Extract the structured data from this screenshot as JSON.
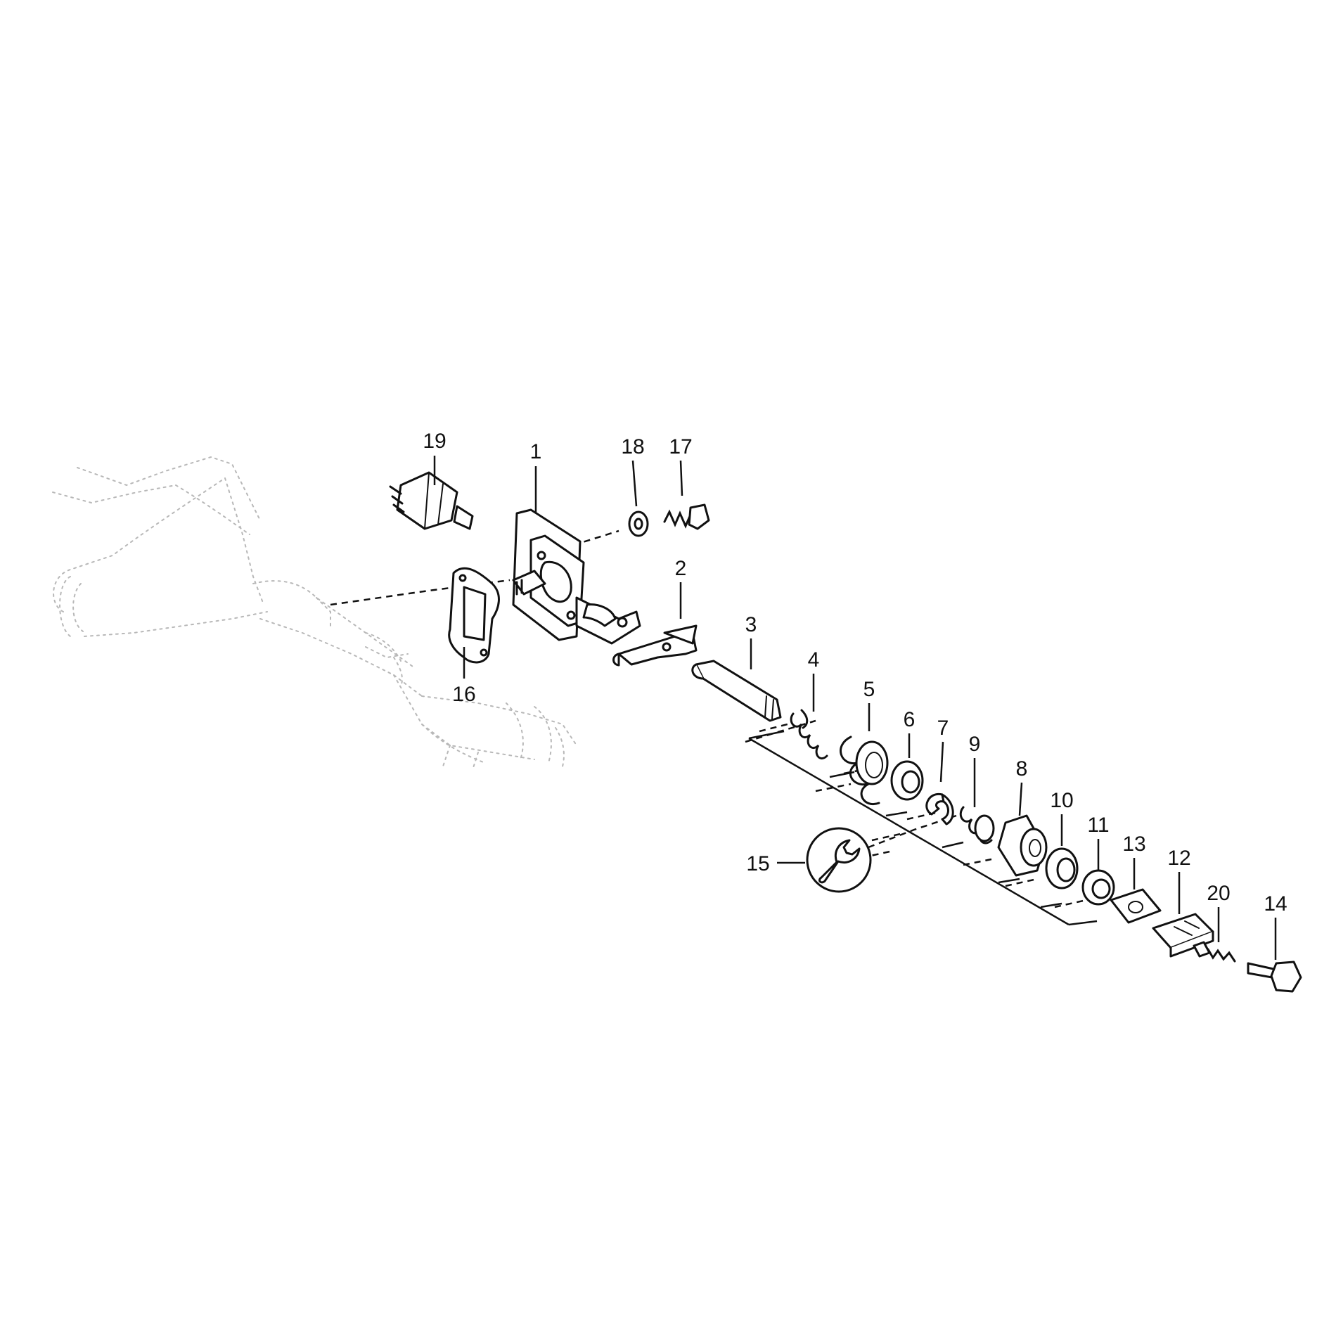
{
  "diagram": {
    "callouts": [
      {
        "id": "1",
        "label": "1"
      },
      {
        "id": "2",
        "label": "2"
      },
      {
        "id": "3",
        "label": "3"
      },
      {
        "id": "4",
        "label": "4"
      },
      {
        "id": "5",
        "label": "5"
      },
      {
        "id": "6",
        "label": "6"
      },
      {
        "id": "7",
        "label": "7"
      },
      {
        "id": "8",
        "label": "8"
      },
      {
        "id": "9",
        "label": "9"
      },
      {
        "id": "10",
        "label": "10"
      },
      {
        "id": "11",
        "label": "11"
      },
      {
        "id": "12",
        "label": "12"
      },
      {
        "id": "13",
        "label": "13"
      },
      {
        "id": "14",
        "label": "14"
      },
      {
        "id": "15",
        "label": "15"
      },
      {
        "id": "16",
        "label": "16"
      },
      {
        "id": "17",
        "label": "17"
      },
      {
        "id": "18",
        "label": "18"
      },
      {
        "id": "19",
        "label": "19"
      },
      {
        "id": "20",
        "label": "20"
      }
    ],
    "tool_symbol": "wrench-icon",
    "line_color": "#111111",
    "ghost_color": "#b8b8b8"
  }
}
